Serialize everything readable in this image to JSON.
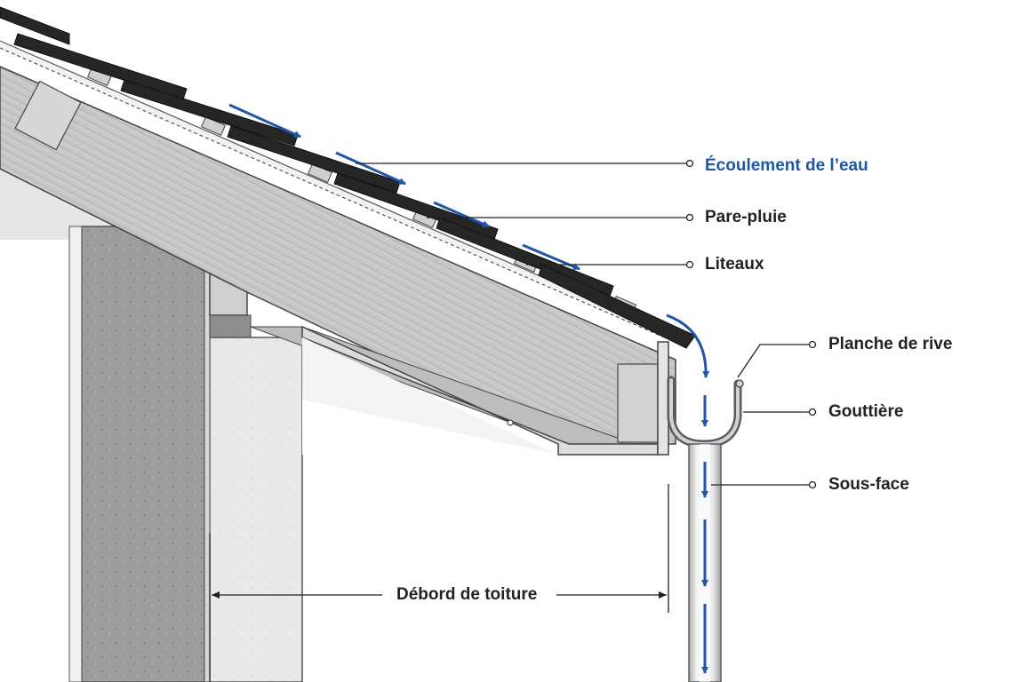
{
  "callouts": {
    "water_flow": "Écoulement de l’eau",
    "underlay": "Pare-pluie",
    "battens": "Liteaux",
    "fascia_board": "Planche de rive",
    "gutter": "Gouttière",
    "soffit": "Sous-face"
  },
  "dimensions": {
    "roof_overhang": "Débord de toiture"
  },
  "colors": {
    "water_arrow": "#1f57a4",
    "tile": "#1f1f1f",
    "timber": "#c9c9c9",
    "masonry": "#9a9a9a",
    "leader": "#222222"
  }
}
